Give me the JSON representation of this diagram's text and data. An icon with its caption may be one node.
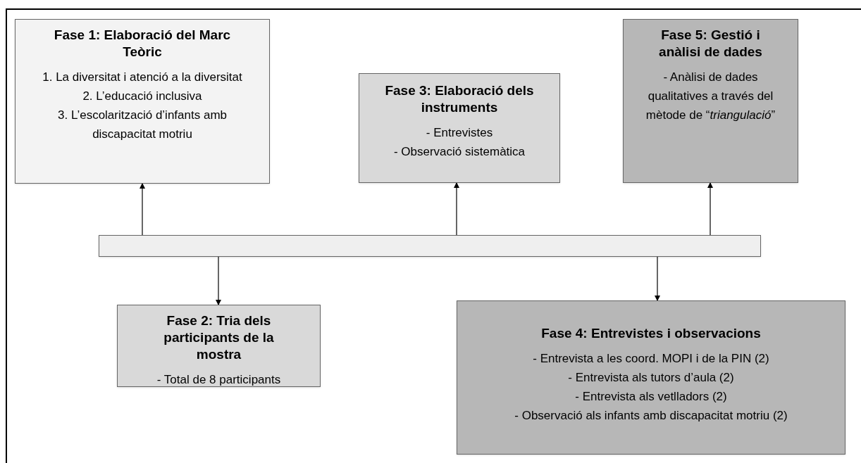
{
  "diagram": {
    "nodes": [
      {
        "text": [
          "Fase 1: Elaboració del Marc Teòric",
          "1. La diversitat i atenció a la diversitat",
          "2. L’educació inclusiva",
          "3. L’escolarització d’infants amb discapacitat motriu"
        ]
      },
      {
        "text": [
          "Fase 3: Elaboració dels instruments",
          "- Entrevistes",
          "- Observació sistemàtica"
        ]
      },
      {
        "text": [
          "Fase 5: Gestió i anàlisi de dades",
          "- Anàlisi de dades qualitatives a través del mètode de “*triangulació*”"
        ]
      },
      {
        "text": [],
        "shape": "bar"
      },
      {
        "text": [
          "Fase 2: Tria dels participants de la mostra",
          "- Total de 8 participants"
        ]
      },
      {
        "text": [
          "Fase 4: Entrevistes i observacions",
          "- Entrevista a les coord. MOPI i de la PIN (2)",
          "- Entrevista als tutors d’aula (2)",
          "- Entrevista als vetlladors (2)",
          "- Observació als infants amb discapacitat motriu (2)"
        ]
      }
    ],
    "edges": [
      {
        "from": 3,
        "to": 0,
        "arrow": "to"
      },
      {
        "from": 3,
        "to": 4,
        "arrow": "to"
      },
      {
        "from": 3,
        "to": 1,
        "arrow": "to"
      },
      {
        "from": 3,
        "to": 5,
        "arrow": "to"
      },
      {
        "from": 3,
        "to": 2,
        "arrow": "to"
      }
    ]
  }
}
